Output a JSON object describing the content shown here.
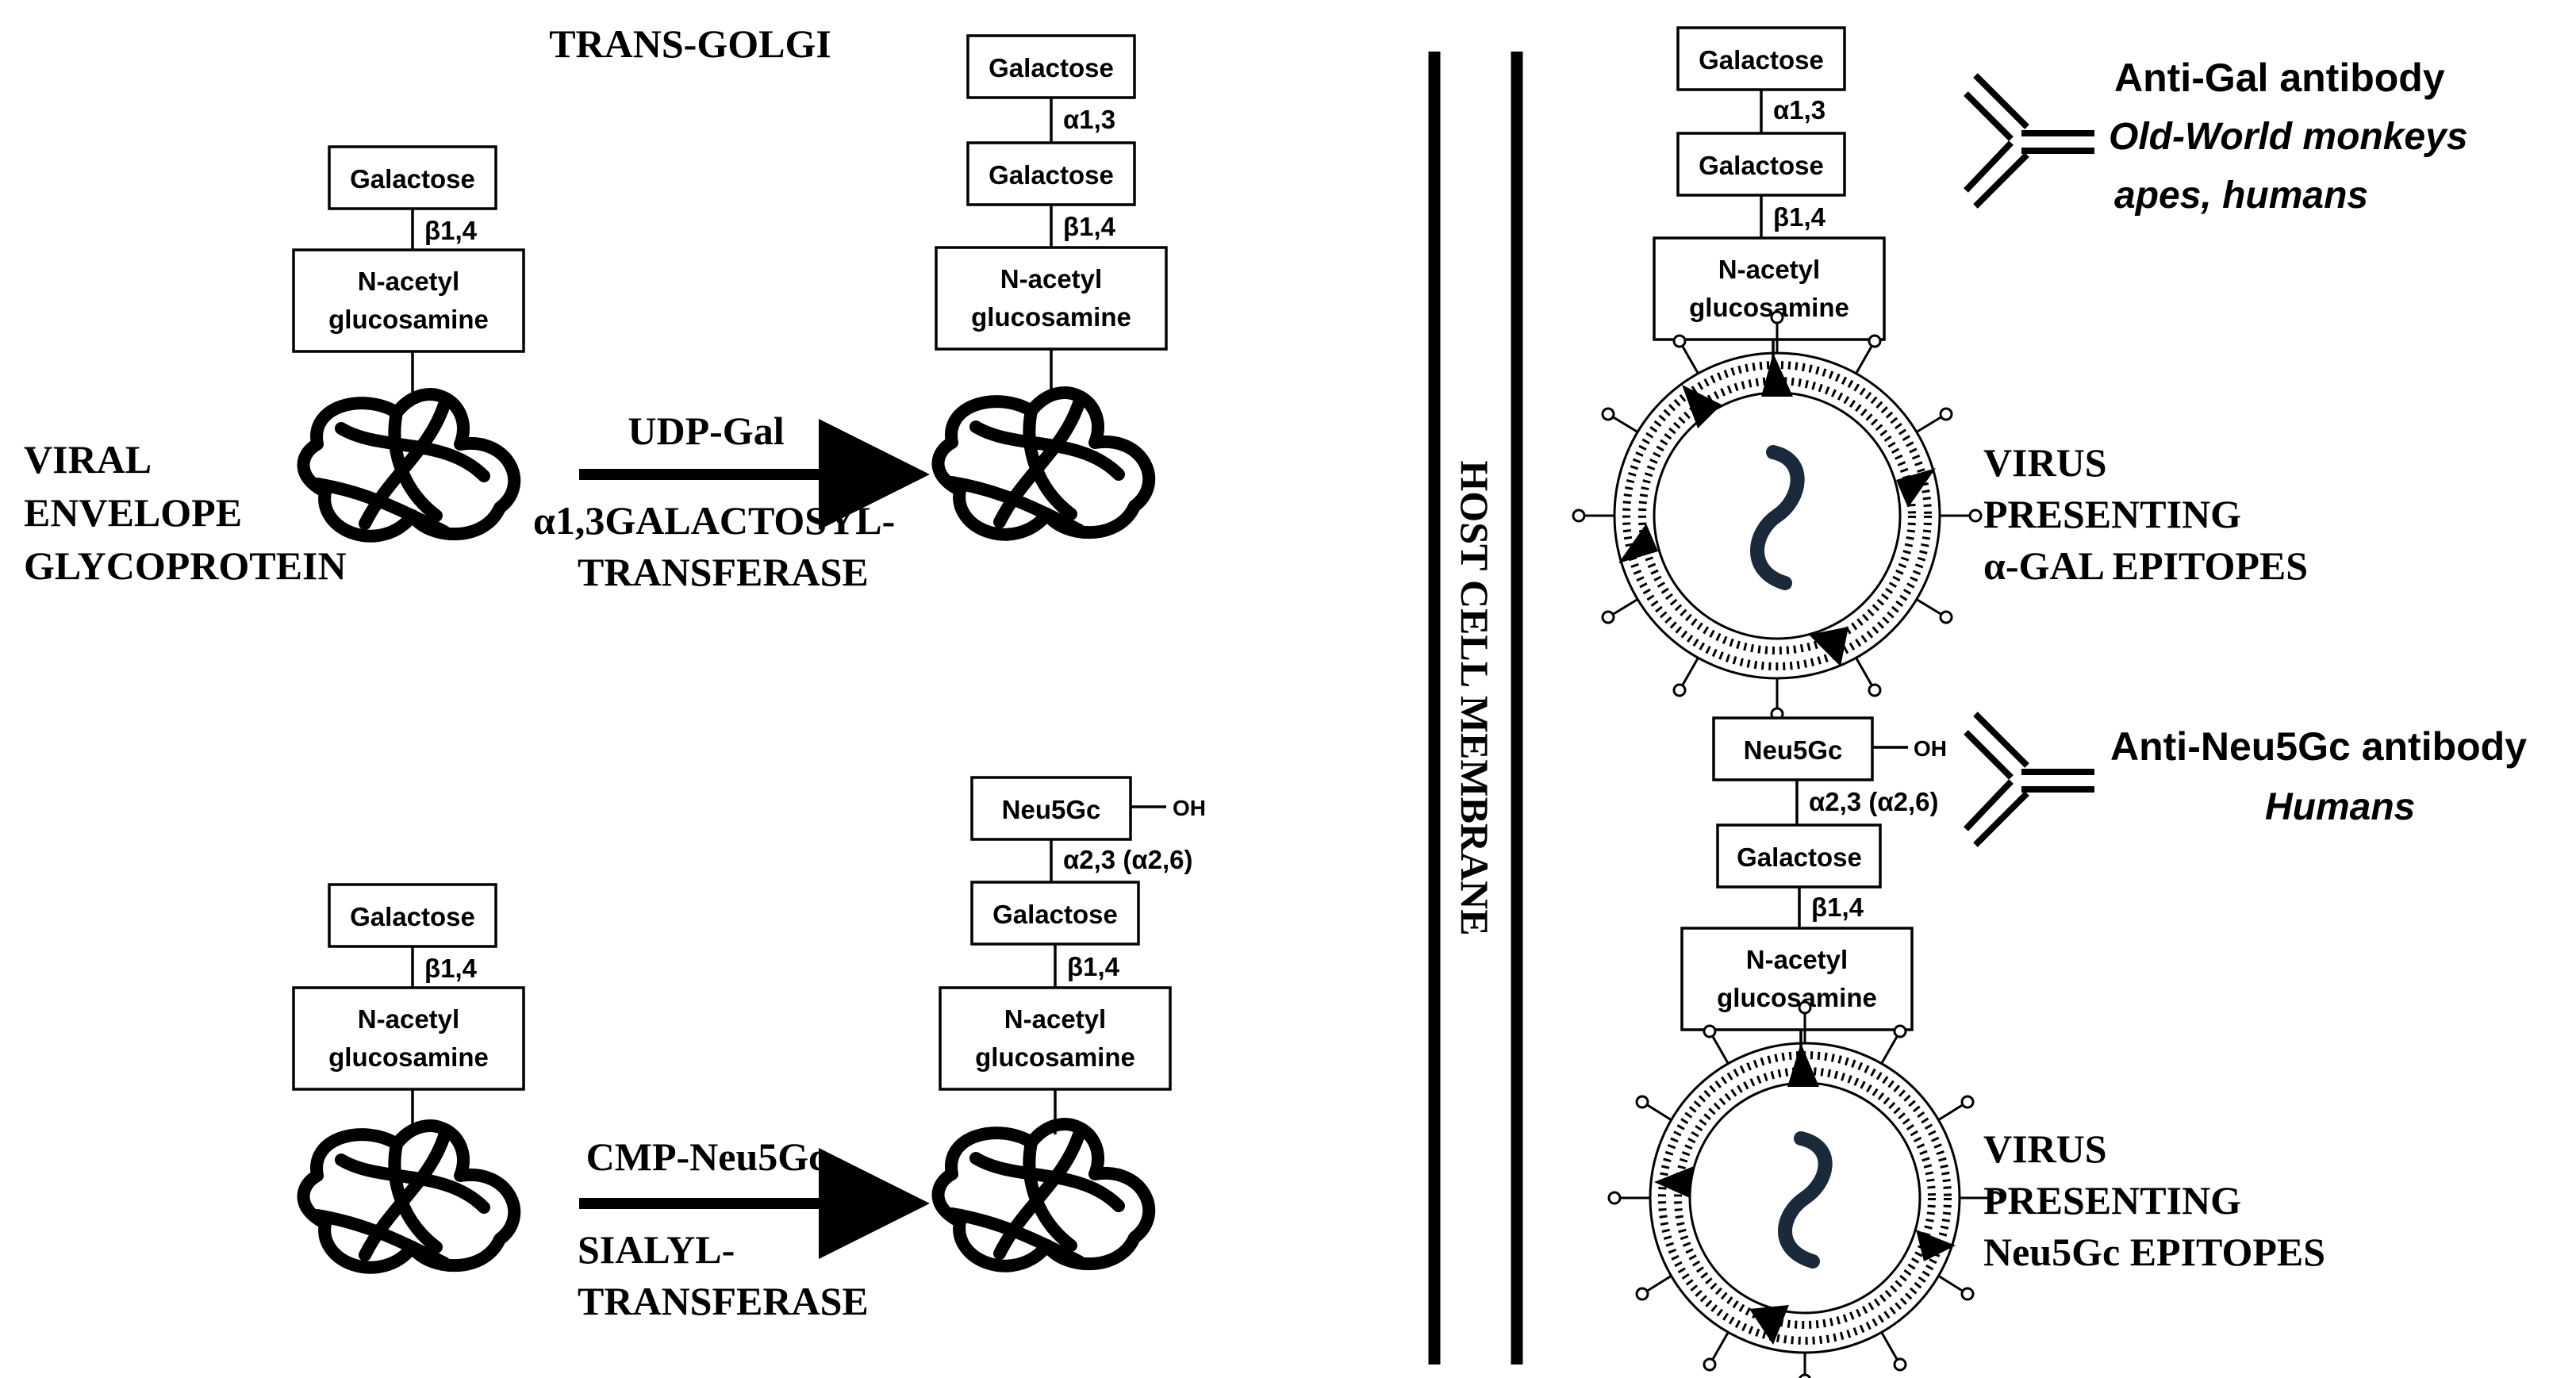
{
  "sugars": {
    "galactose": "Galactose",
    "glcnac_line1": "N-acetyl",
    "glcnac_line2": "glucosamine",
    "neu5gc": "Neu5Gc",
    "oh": "OH"
  },
  "linkages": {
    "beta14": "β1,4",
    "alpha13": "α1,3",
    "alpha23": "α2,3 (α2,6)"
  },
  "labels": {
    "trans_golgi": "TRANS-GOLGI",
    "viral_line1": "VIRAL",
    "viral_line2": "ENVELOPE",
    "viral_line3": "GLYCOPROTEIN",
    "udp_gal": "UDP-Gal",
    "gt_line1": "α1,3GALACTOSYL-",
    "gt_line2": "TRANSFERASE",
    "cmp_neu5gc": "CMP-Neu5Gc",
    "st_line1": "SIALYL-",
    "st_line2": "TRANSFERASE",
    "host_membrane": "HOST   CELL   MEMBRANE"
  },
  "right": {
    "anti_gal": "Anti-Gal antibody",
    "anti_gal_sp1": "Old-World monkeys",
    "anti_gal_sp2": "apes, humans",
    "virus1_line1": "VIRUS",
    "virus1_line2": "PRESENTING",
    "virus1_line3": "α-GAL  EPITOPES",
    "anti_neu": "Anti-Neu5Gc antibody",
    "anti_neu_sp": "Humans",
    "virus2_line1": "VIRUS",
    "virus2_line2": "PRESENTING",
    "virus2_line3": "Neu5Gc EPITOPES"
  }
}
